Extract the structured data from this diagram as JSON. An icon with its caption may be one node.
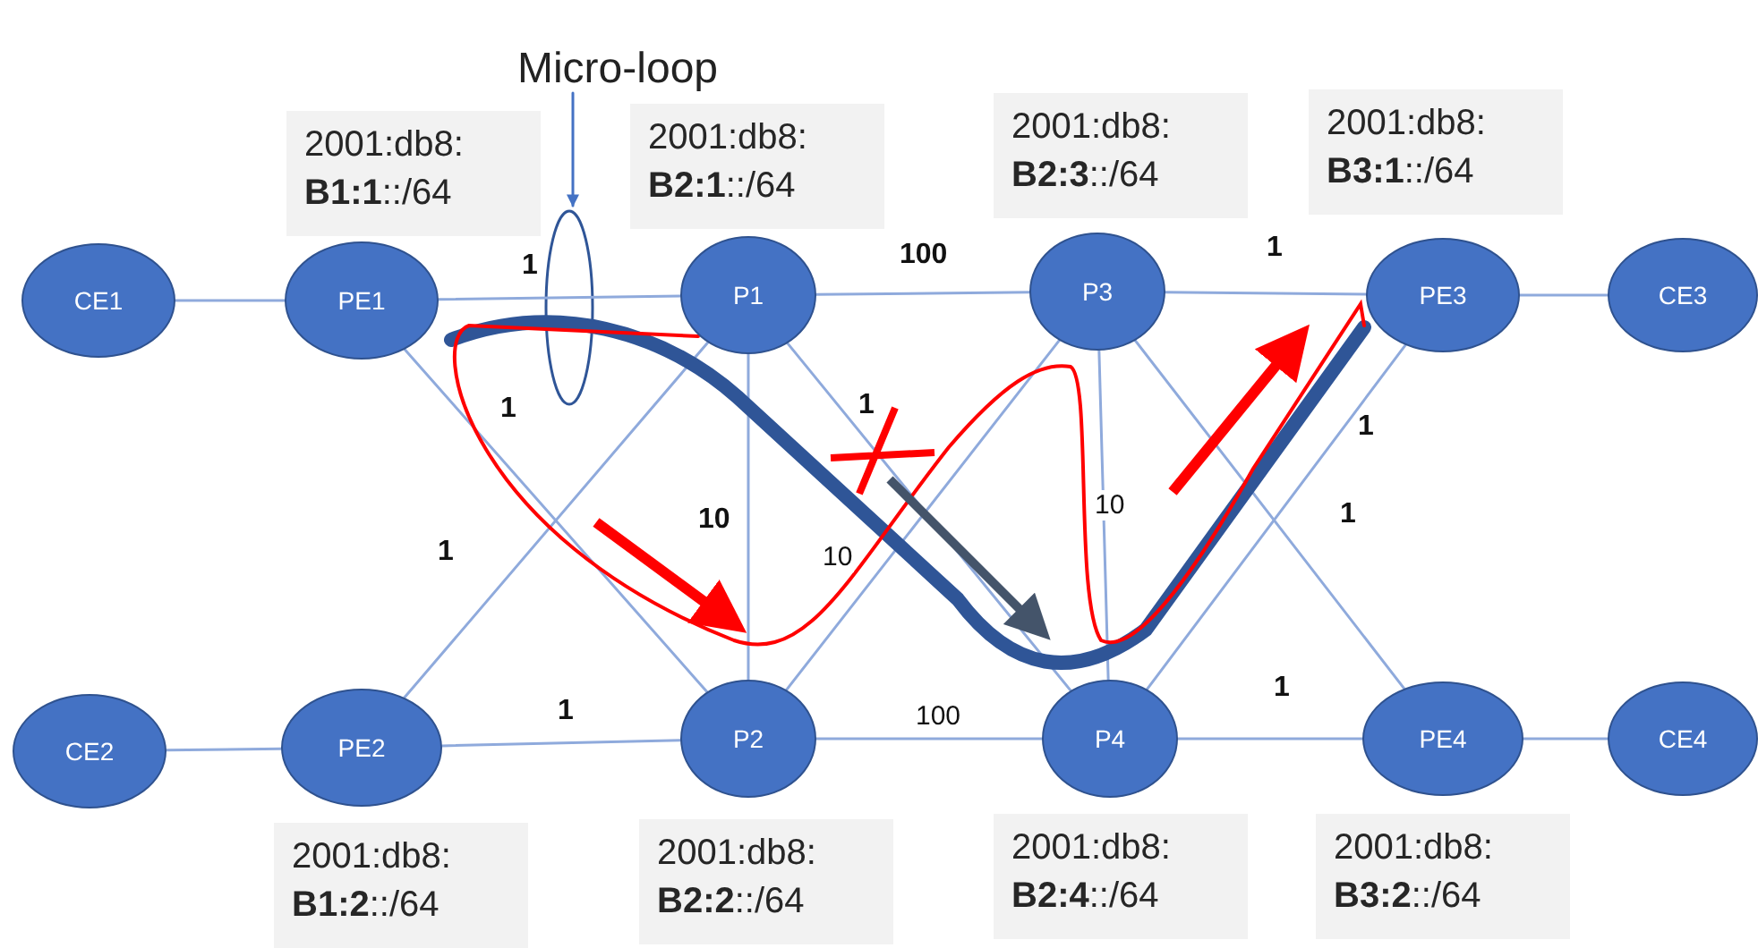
{
  "diagram": {
    "nodes": [
      {
        "text": [
          "CE1"
        ]
      },
      {
        "text": [
          "PE1"
        ],
        "beside": [
          "2001:db8: **B1:1**::/64"
        ]
      },
      {
        "text": [
          "P1"
        ],
        "beside": [
          "2001:db8: **B2:1**::/64"
        ]
      },
      {
        "text": [
          "P3"
        ],
        "beside": [
          "2001:db8: **B2:3**::/64"
        ]
      },
      {
        "text": [
          "PE3"
        ],
        "beside": [
          "2001:db8: **B3:1**::/64"
        ]
      },
      {
        "text": [
          "CE3"
        ]
      },
      {
        "text": [
          "CE2"
        ]
      },
      {
        "text": [
          "PE2"
        ],
        "beside": [
          "2001:db8: **B1:2**::/64"
        ]
      },
      {
        "text": [
          "P2"
        ],
        "beside": [
          "2001:db8: **B2:2**::/64"
        ]
      },
      {
        "text": [
          "P4"
        ],
        "beside": [
          "2001:db8: **B2:4**::/64"
        ]
      },
      {
        "text": [
          "PE4"
        ],
        "beside": [
          "2001:db8: **B3:2**::/64"
        ]
      },
      {
        "text": [
          "CE4"
        ]
      },
      {
        "text": [
          "Micro-loop"
        ]
      }
    ],
    "edges": [
      {
        "from": 0,
        "to": 1,
        "arrow": "none"
      },
      {
        "from": 1,
        "to": 2,
        "arrow": "none",
        "label": "1"
      },
      {
        "from": 2,
        "to": 3,
        "arrow": "none",
        "label": "100"
      },
      {
        "from": 3,
        "to": 4,
        "arrow": "none",
        "label": "1"
      },
      {
        "from": 4,
        "to": 5,
        "arrow": "none"
      },
      {
        "from": 6,
        "to": 7,
        "arrow": "none"
      },
      {
        "from": 7,
        "to": 8,
        "arrow": "none",
        "label": "1"
      },
      {
        "from": 8,
        "to": 9,
        "arrow": "none",
        "label": "100"
      },
      {
        "from": 9,
        "to": 10,
        "arrow": "none",
        "label": "1"
      },
      {
        "from": 10,
        "to": 11,
        "arrow": "none"
      },
      {
        "from": 1,
        "to": 8,
        "arrow": "none",
        "label": "1"
      },
      {
        "from": 7,
        "to": 2,
        "arrow": "none",
        "label": "1"
      },
      {
        "from": 2,
        "to": 8,
        "arrow": "none",
        "label": "10"
      },
      {
        "from": 2,
        "to": 9,
        "arrow": "none",
        "label": "1"
      },
      {
        "from": 3,
        "to": 8,
        "arrow": "none",
        "label": "10"
      },
      {
        "from": 3,
        "to": 9,
        "arrow": "none",
        "label": "10"
      },
      {
        "from": 9,
        "to": 4,
        "arrow": "none",
        "label": "1"
      },
      {
        "from": 3,
        "to": 10,
        "arrow": "none",
        "label": "1"
      },
      {
        "from": 12,
        "to": null,
        "arrow": "to",
        "color": "#4472c4"
      },
      {
        "from": 1,
        "to": 4,
        "arrow": "none",
        "style": "thick",
        "color": "#2f5597"
      },
      {
        "from": 2,
        "to": 4,
        "arrow": "none",
        "color": "#ff0000"
      }
    ]
  }
}
